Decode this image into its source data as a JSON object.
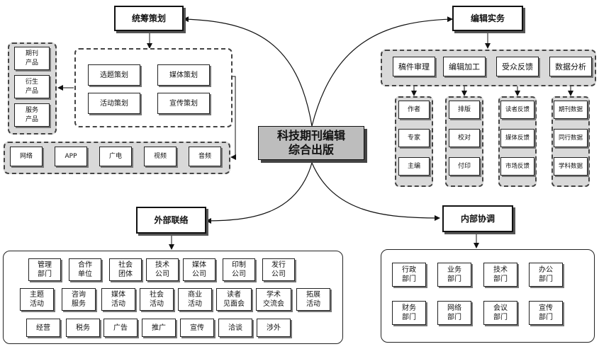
{
  "center": {
    "line1": "科技期刊编辑",
    "line2": "综合出版"
  },
  "planning": {
    "title": "统筹策划",
    "items": [
      "选题策划",
      "媒体策划",
      "活动策划",
      "宣传策划"
    ],
    "products": [
      "期刊\n产品",
      "衍生\n产品",
      "服务\n产品"
    ],
    "channels": [
      "网络",
      "APP",
      "广电",
      "视频",
      "音频"
    ]
  },
  "editing": {
    "title": "编辑实务",
    "columns": [
      {
        "title": "稿件审理",
        "items": [
          "作者",
          "专家",
          "主编"
        ]
      },
      {
        "title": "编辑加工",
        "items": [
          "排版",
          "校对",
          "付印"
        ]
      },
      {
        "title": "受众反馈",
        "items": [
          "读者反馈",
          "媒体反馈",
          "市场反馈"
        ]
      },
      {
        "title": "数据分析",
        "items": [
          "期刊数据",
          "同行数据",
          "学科数据"
        ]
      }
    ]
  },
  "external": {
    "title": "外部联络",
    "items": [
      "管理\n部门",
      "合作\n单位",
      "社会\n团体",
      "技术\n公司",
      "媒体\n公司",
      "印制\n公司",
      "发行\n公司",
      "主题\n活动",
      "咨询\n服务",
      "媒体\n活动",
      "社会\n活动",
      "商业\n活动",
      "读者\n见面会",
      "学术\n交流会",
      "拓展\n活动",
      "经营",
      "税务",
      "广告",
      "推广",
      "宣传",
      "洽谈",
      "涉外"
    ]
  },
  "internal": {
    "title": "内部协调",
    "items": [
      "行政\n部门",
      "业务\n部门",
      "技术\n部门",
      "办公\n部门",
      "财务\n部门",
      "网络\n部门",
      "会议\n部门",
      "宣传\n部门"
    ]
  }
}
